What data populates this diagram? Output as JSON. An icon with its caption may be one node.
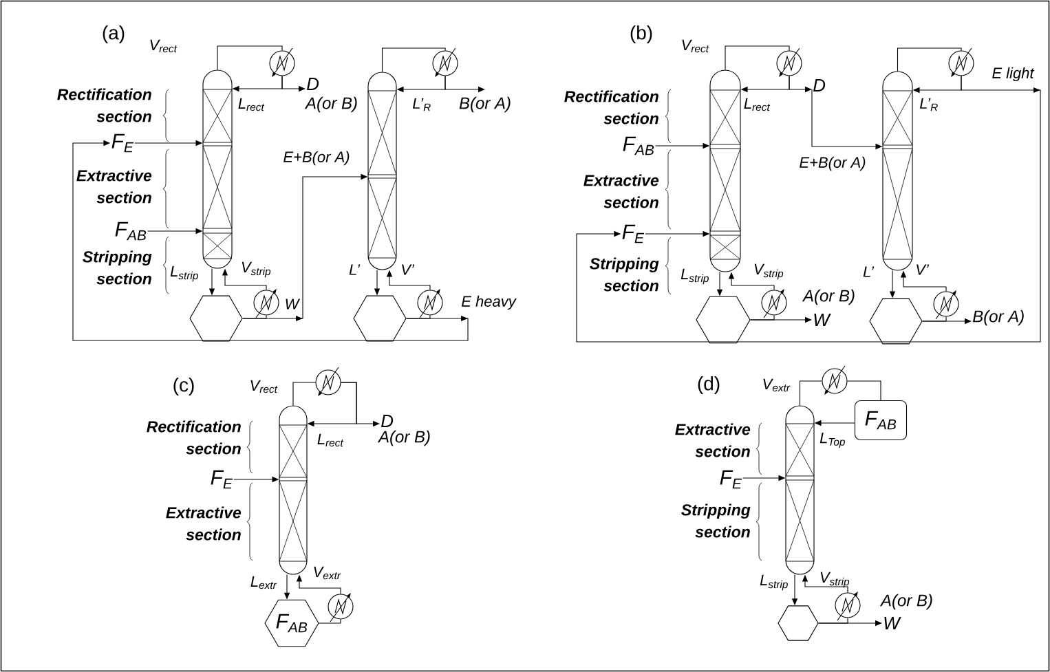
{
  "diagram": {
    "nodes": [
      {
        "text": [],
        "shape": "column"
      },
      {
        "text": [],
        "shape": "circle"
      },
      {
        "text": [
          "D"
        ],
        "beside": [
          "A(or B)"
        ]
      },
      {
        "text": [
          "F$_{E}$"
        ]
      },
      {
        "text": [
          "F$_{AB}$"
        ]
      },
      {
        "text": [],
        "shape": "hexagon"
      },
      {
        "text": [],
        "shape": "circle"
      },
      {
        "text": [],
        "shape": "column"
      },
      {
        "text": [],
        "shape": "circle"
      },
      {
        "text": [
          "B(or A)"
        ]
      },
      {
        "text": [],
        "shape": "hexagon"
      },
      {
        "text": [],
        "shape": "circle"
      },
      {
        "text": [],
        "shape": "column"
      },
      {
        "text": [],
        "shape": "circle"
      },
      {
        "text": [
          "D"
        ]
      },
      {
        "text": [
          "F$_{AB}$"
        ]
      },
      {
        "text": [
          "F$_{E}$"
        ]
      },
      {
        "text": [],
        "shape": "hexagon"
      },
      {
        "text": [],
        "shape": "circle"
      },
      {
        "text": [
          "W"
        ],
        "beside": [
          "A(or B)"
        ]
      },
      {
        "text": [],
        "shape": "column"
      },
      {
        "text": [],
        "shape": "circle"
      },
      {
        "text": [],
        "shape": "hexagon"
      },
      {
        "text": [],
        "shape": "circle"
      },
      {
        "text": [
          "B(or A)"
        ]
      },
      {
        "text": [],
        "shape": "column"
      },
      {
        "text": [],
        "shape": "circle"
      },
      {
        "text": [
          "D"
        ],
        "beside": [
          "A(or B)"
        ]
      },
      {
        "text": [
          "F$_{E}$"
        ]
      },
      {
        "text": [
          "F$_{AB}$"
        ]
      },
      {
        "text": [],
        "shape": "circle"
      },
      {
        "text": [],
        "shape": "column"
      },
      {
        "text": [],
        "shape": "circle"
      },
      {
        "text": [
          "F$_{AB}$"
        ]
      },
      {
        "text": [
          "F$_{E}$"
        ]
      },
      {
        "text": [],
        "shape": "hexagon"
      },
      {
        "text": [],
        "shape": "circle"
      },
      {
        "text": [
          "W"
        ],
        "beside": [
          "A(or B)"
        ]
      }
    ],
    "edges": [
      {
        "from": 0,
        "to": 1,
        "arrow": "none"
      },
      {
        "from": 1,
        "to": 0,
        "arrow": "to"
      },
      {
        "from": 1,
        "to": 2,
        "arrow": "to"
      },
      {
        "from": 3,
        "to": 0,
        "arrow": "to"
      },
      {
        "from": 4,
        "to": 0,
        "arrow": "to"
      },
      {
        "from": 0,
        "to": 5,
        "arrow": "to"
      },
      {
        "from": 5,
        "to": 6,
        "arrow": "none"
      },
      {
        "from": 6,
        "to": 0,
        "arrow": "to"
      },
      {
        "from": 5,
        "to": 7,
        "arrow": "to"
      },
      {
        "from": 7,
        "to": 8,
        "arrow": "none"
      },
      {
        "from": 8,
        "to": 7,
        "arrow": "to"
      },
      {
        "from": 8,
        "to": 9,
        "arrow": "to"
      },
      {
        "from": 7,
        "to": 10,
        "arrow": "to"
      },
      {
        "from": 10,
        "to": 11,
        "arrow": "none"
      },
      {
        "from": 11,
        "to": 7,
        "arrow": "to"
      },
      {
        "from": 10,
        "to": 3,
        "arrow": "to"
      },
      {
        "from": 12,
        "to": 13,
        "arrow": "none"
      },
      {
        "from": 13,
        "to": 12,
        "arrow": "to"
      },
      {
        "from": 13,
        "to": 14,
        "arrow": "to"
      },
      {
        "from": 14,
        "to": 20,
        "arrow": "to"
      },
      {
        "from": 15,
        "to": 12,
        "arrow": "to"
      },
      {
        "from": 16,
        "to": 12,
        "arrow": "to"
      },
      {
        "from": 12,
        "to": 17,
        "arrow": "to"
      },
      {
        "from": 17,
        "to": 18,
        "arrow": "none"
      },
      {
        "from": 18,
        "to": 12,
        "arrow": "to"
      },
      {
        "from": 17,
        "to": 19,
        "arrow": "to"
      },
      {
        "from": 20,
        "to": 21,
        "arrow": "none"
      },
      {
        "from": 21,
        "to": 20,
        "arrow": "to"
      },
      {
        "from": 21,
        "to": 16,
        "arrow": "to"
      },
      {
        "from": 20,
        "to": 22,
        "arrow": "to"
      },
      {
        "from": 22,
        "to": 23,
        "arrow": "none"
      },
      {
        "from": 23,
        "to": 20,
        "arrow": "to"
      },
      {
        "from": 22,
        "to": 24,
        "arrow": "to"
      },
      {
        "from": 25,
        "to": 26,
        "arrow": "none"
      },
      {
        "from": 26,
        "to": 25,
        "arrow": "to"
      },
      {
        "from": 26,
        "to": 27,
        "arrow": "to"
      },
      {
        "from": 28,
        "to": 25,
        "arrow": "to"
      },
      {
        "from": 25,
        "to": 29,
        "arrow": "to"
      },
      {
        "from": 29,
        "to": 30,
        "arrow": "none"
      },
      {
        "from": 30,
        "to": 25,
        "arrow": "to"
      },
      {
        "from": 31,
        "to": 32,
        "arrow": "none"
      },
      {
        "from": 32,
        "to": 33,
        "arrow": "none"
      },
      {
        "from": 33,
        "to": 31,
        "arrow": "to"
      },
      {
        "from": 34,
        "to": 31,
        "arrow": "to"
      },
      {
        "from": 31,
        "to": 35,
        "arrow": "to"
      },
      {
        "from": 35,
        "to": 36,
        "arrow": "none"
      },
      {
        "from": 36,
        "to": 31,
        "arrow": "to"
      },
      {
        "from": 35,
        "to": 37,
        "arrow": "to"
      }
    ],
    "labels": [
      "(a)",
      "V$_{rect}$",
      "Rectification section",
      "L$_{rect}$",
      "Extractive section",
      "E+B(or A)",
      "Stripping section",
      "L$_{strip}$",
      "V$_{strip}$",
      "W",
      "L’$_{R}$",
      "L’",
      "V’",
      "E heavy",
      "(b)",
      "V$_{rect}$",
      "Rectification section",
      "L$_{rect}$",
      "E light",
      "L’$_{R}$",
      "Extractive section",
      "E+B(or A)",
      "Stripping section",
      "L$_{strip}$",
      "V$_{strip}$",
      "L’",
      "V’",
      "(c)",
      "V$_{rect}$",
      "Rectification section",
      "L$_{rect}$",
      "Extractive section",
      "L$_{extr}$",
      "V$_{extr}$",
      "(d)",
      "V$_{extr}$",
      "Extractive section",
      "L$_{Top}$",
      "Stripping section",
      "L$_{strip}$",
      "V$_{strip}$"
    ]
  }
}
